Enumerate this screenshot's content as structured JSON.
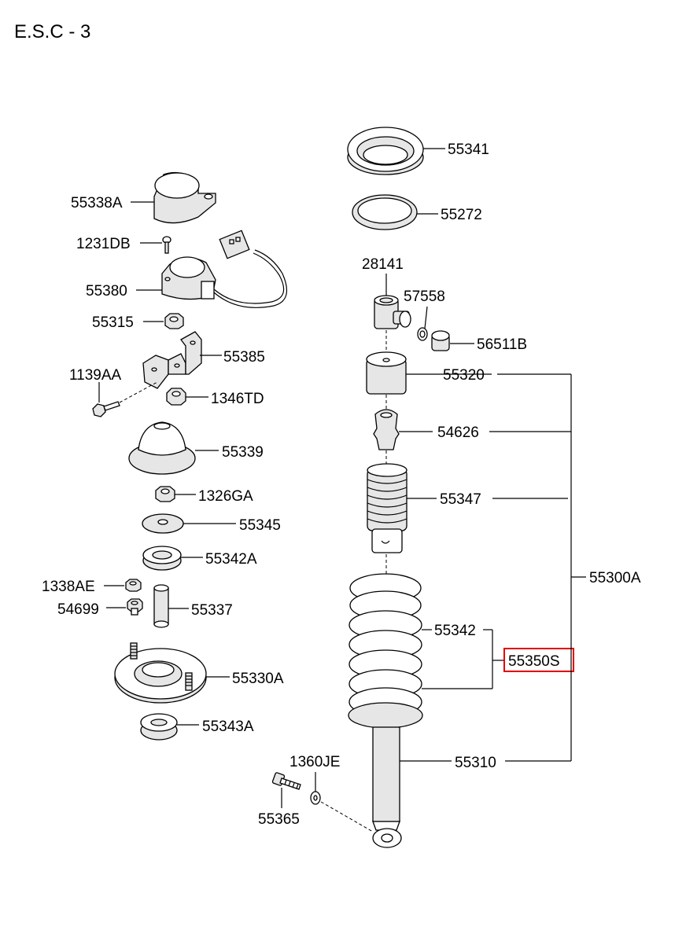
{
  "title": "E.S.C - 3",
  "highlight_color": "#e00000",
  "labels": {
    "p55341": "55341",
    "p55272": "55272",
    "p28141": "28141",
    "p57558": "57558",
    "p56511B": "56511B",
    "p55320": "55320",
    "p54626": "54626",
    "p55347": "55347",
    "p55300A": "55300A",
    "p55342": "55342",
    "p55350S": "55350S",
    "p55310": "55310",
    "p1360JE": "1360JE",
    "p55365": "55365",
    "p55338A": "55338A",
    "p1231DB": "1231DB",
    "p55380": "55380",
    "p55315": "55315",
    "p55385": "55385",
    "p1139AA": "1139AA",
    "p1346TD": "1346TD",
    "p55339": "55339",
    "p1326GA": "1326GA",
    "p55345": "55345",
    "p55342A": "55342A",
    "p1338AE": "1338AE",
    "p54699": "54699",
    "p55337": "55337",
    "p55330A": "55330A",
    "p55343A": "55343A"
  }
}
